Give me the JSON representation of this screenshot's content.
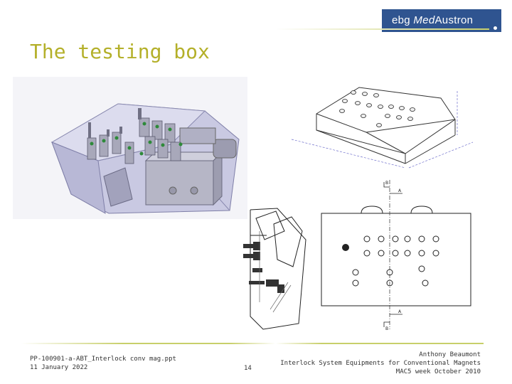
{
  "logo": {
    "prefix": "ebg ",
    "accent": "Med",
    "suffix": "Austron",
    "bg": "#2f5490"
  },
  "slide": {
    "title": "The testing box"
  },
  "footer": {
    "file": "PP-100901-a-ABT_Interlock conv mag.ppt",
    "date": "11 January 2022",
    "page": "14",
    "author": "Anthony Beaumont",
    "subject": "Interlock System Equipments for Conventional Magnets",
    "event": "MAC5 week October 2010"
  },
  "drawing": {
    "section_marks": [
      "A",
      "A",
      "B",
      "B"
    ]
  },
  "colors": {
    "title": "#b4b02a",
    "rule": "#c8cf6a"
  }
}
